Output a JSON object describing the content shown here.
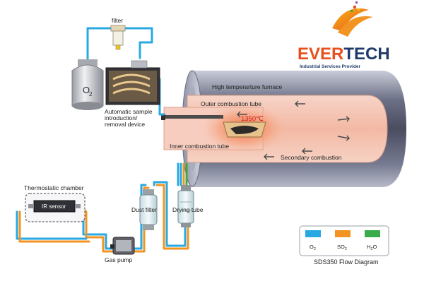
{
  "brand": {
    "name_ever": "EVER",
    "name_tech": "TECH",
    "tagline": "Industrial Services Provider"
  },
  "labels": {
    "filter": "filter",
    "o2": "O",
    "o2_sub": "2",
    "sampler_line1": "Automatic sample",
    "sampler_line2": "introduction/",
    "sampler_line3": "removal device",
    "furnace": "High temperarture furnace",
    "outer_tube": "Outer combustion tube",
    "temperature": "1350℃",
    "inner_tube": "Inner combustion tube",
    "secondary": "Secondary combustion",
    "thermo_chamber": "Thermostatic chamber",
    "ir_sensor": "IR sensor",
    "dust_filter": "Dust filter",
    "drying_tube": "Drying tube",
    "gas_pump": "Gas pump",
    "caption": "SDS350 Flow Diagram"
  },
  "legend": [
    {
      "symbol": "O",
      "sub": "2",
      "color": "#29a9e1"
    },
    {
      "symbol": "SO",
      "sub": "2",
      "color": "#f39322"
    },
    {
      "symbol": "H",
      "sub": "2",
      "suffix": "O",
      "color": "#3aaa4a"
    }
  ],
  "colors": {
    "o2_line": "#29a9e1",
    "so2_line": "#f39322",
    "h2o_line": "#3aaa4a",
    "brand_orange": "#e8501e",
    "brand_navy": "#1f3a6b",
    "temp_red": "#d11f1f"
  }
}
